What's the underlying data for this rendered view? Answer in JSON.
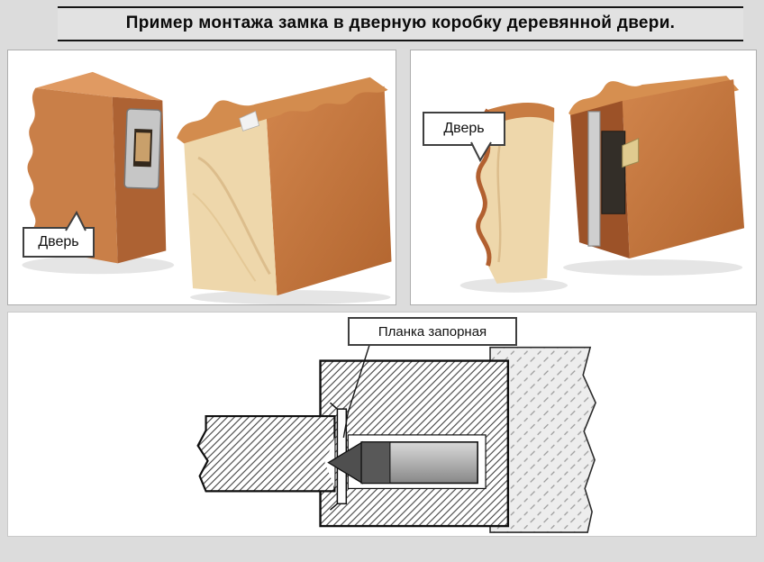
{
  "title": "Пример монтажа замка в дверную коробку деревянной двери.",
  "panels": {
    "left": {
      "callout": "Дверь"
    },
    "right": {
      "callout": "Дверь"
    },
    "bottom": {
      "label": "Планка запорная"
    }
  },
  "colors": {
    "page_bg": "#dcdcdc",
    "panel_bg": "#ffffff",
    "title_rule": "#151515",
    "callout_border": "#3f3f3f",
    "wood_front": "#c9793f",
    "wood_side": "#9c5228",
    "wood_light": "#eed7ab",
    "molding_top": "#d68f50",
    "strike_metal": "#c6c6c6",
    "latch_brass": "#e0cb8f",
    "bolt_dark": "#585858",
    "section_outline": "#0f0f0f",
    "hatch_line": "#3c3c3c"
  }
}
